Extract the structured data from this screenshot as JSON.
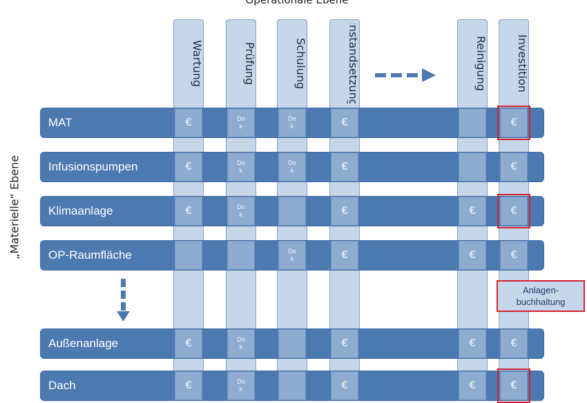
{
  "titles": {
    "top": "Operationale Ebene",
    "side": "„Materielle“ Ebene"
  },
  "columns": [
    {
      "label": "Wartung"
    },
    {
      "label": "Prüfung"
    },
    {
      "label": "Schulung"
    },
    {
      "label": "Instandsetzung"
    },
    {
      "label": "Reinigung"
    },
    {
      "label": "Investition"
    }
  ],
  "rows": [
    {
      "label": "MAT",
      "cells": [
        "€",
        "Do\nk",
        "Do\nk",
        "€",
        "",
        "€"
      ],
      "highlight_investition": true
    },
    {
      "label": "Infusionspumpen",
      "cells": [
        "€",
        "Do\nk",
        "Do\nk",
        "€",
        "",
        "€"
      ],
      "highlight_investition": false
    },
    {
      "label": "Klimaanlage",
      "cells": [
        "€",
        "Do\nk",
        "",
        "€",
        "€",
        "€"
      ],
      "highlight_investition": true
    },
    {
      "label": "OP-Raumfläche",
      "cells": [
        "",
        "",
        "Do\nk",
        "€",
        "€",
        "€"
      ],
      "highlight_investition": false
    },
    {
      "label": "Außenanlage",
      "cells": [
        "€",
        "Do\nk",
        "",
        "€",
        "€",
        "€"
      ],
      "highlight_investition": false
    },
    {
      "label": "Dach",
      "cells": [
        "€",
        "Do\nk",
        "",
        "€",
        "€",
        "€"
      ],
      "highlight_investition": true
    }
  ],
  "anlagenbuchhaltung": "Anlagen-\nbuchhaltung",
  "colors": {
    "row": "#4d79b1",
    "column": "#c7d7ea",
    "cell": "#8eacd0",
    "highlight": "#d6202c"
  }
}
